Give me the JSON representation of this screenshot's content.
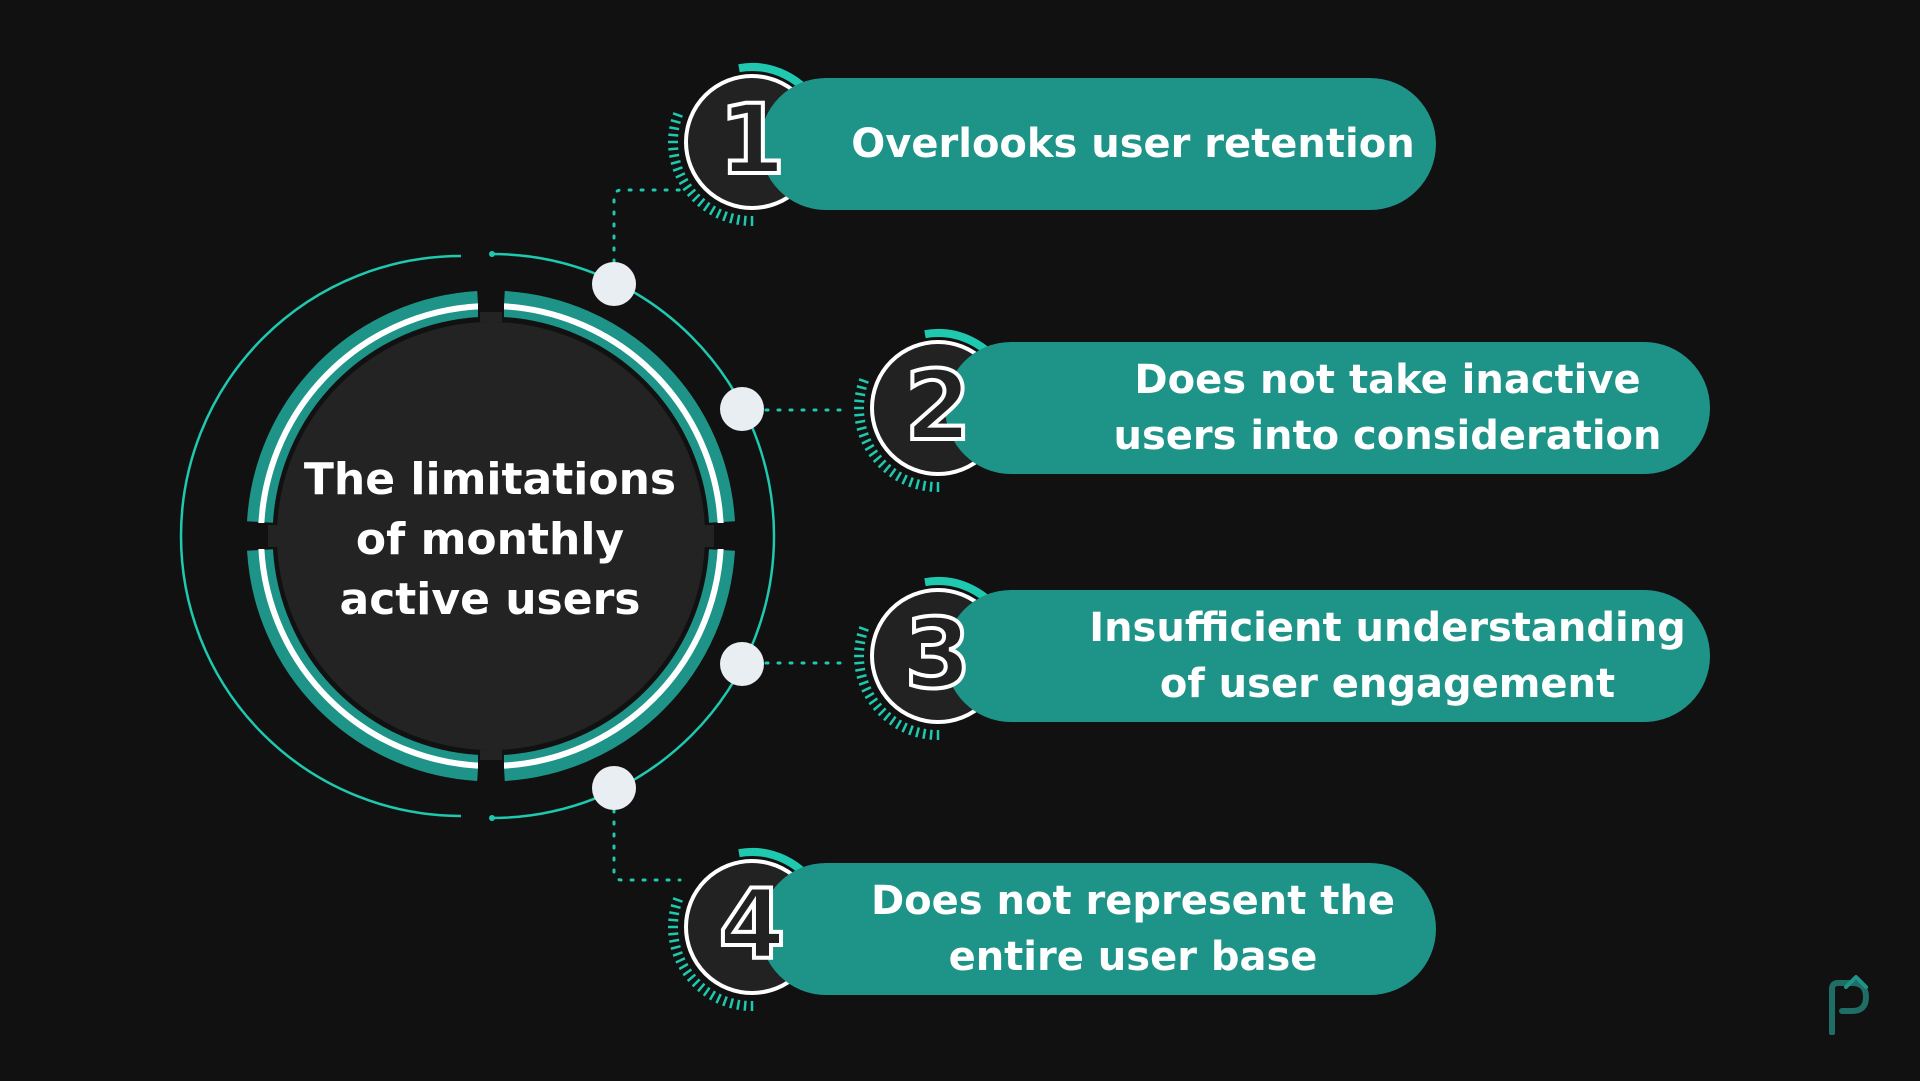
{
  "center": {
    "title_lines": [
      "The limitations",
      "of monthly",
      "active users"
    ]
  },
  "items": [
    {
      "number": "1",
      "lines": [
        "Overlooks user retention"
      ]
    },
    {
      "number": "2",
      "lines": [
        "Does not take inactive",
        "users into consideration"
      ]
    },
    {
      "number": "3",
      "lines": [
        "Insufficient understanding",
        "of user engagement"
      ]
    },
    {
      "number": "4",
      "lines": [
        "Does not represent the",
        "entire user base"
      ]
    }
  ],
  "colors": {
    "background": "#111111",
    "accent": "#1e9387",
    "accent_bright": "#1ec9b0",
    "badge_fill": "#222222",
    "text": "#ffffff"
  },
  "icons": [
    "brand-logo-icon"
  ]
}
